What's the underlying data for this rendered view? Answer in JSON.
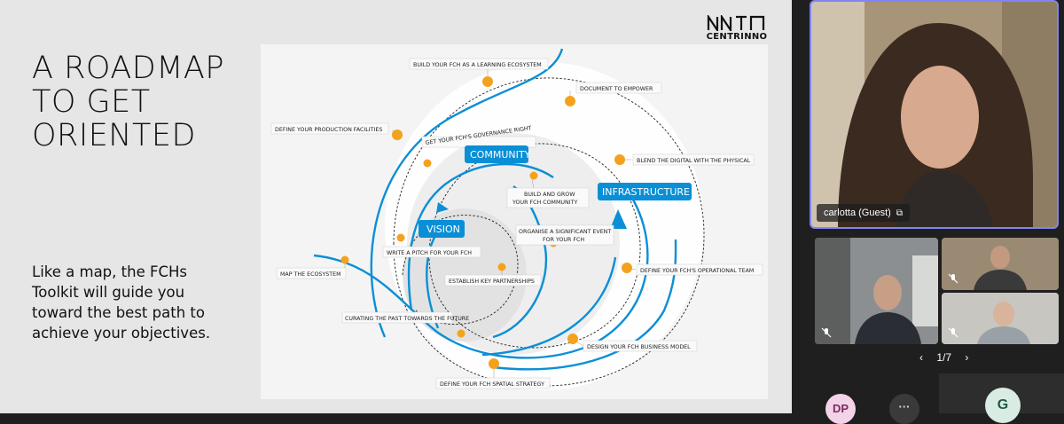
{
  "slide": {
    "title": "A ROADMAP TO GET ORIENTED",
    "body": "Like a map, the FCHs Toolkit will guide you toward the best path to achieve your objectives.",
    "logo_text": "CENTRINNO"
  },
  "diagram": {
    "pills": {
      "community": "COMMUNITY",
      "infrastructure": "INFRASTRUCTURE",
      "vision": "VISION"
    },
    "labels": {
      "learning": "BUILD YOUR  FCH AS A LEARNING ECOSYSTEM",
      "document": "DOCUMENT TO EMPOWER",
      "production": "DEFINE YOUR PRODUCTION FACILITIES",
      "governance": "GET YOUR FCH'S GOVERNANCE RIGHT",
      "blend": "BLEND THE DIGITAL WITH THE PHYSICAL",
      "grow_1": "BUILD AND GROW",
      "grow_2": "YOUR FCH COMMUNITY",
      "event_1": "ORGANISE A SIGNIFICANT EVENT",
      "event_2": "FOR YOUR FCH",
      "pitch": "WRITE A PITCH FOR YOUR FCH",
      "operational": "DEFINE YOUR FCH'S OPERATIONAL TEAM",
      "ecosystem": "MAP THE ECOSYSTEM",
      "partnerships": "ESTABLISH KEY PARTNERSHIPS",
      "curating": "CURATING THE PAST TOWARDS THE FUTURE",
      "business": "DESIGN YOUR FCH BUSINESS MODEL",
      "spatial": "DEFINE YOUR FCH SPATIAL STRATEGY"
    },
    "colors": {
      "blue": "#0a8fd6",
      "orange": "#f4a21d",
      "dashed": "#222222"
    }
  },
  "meeting": {
    "main_participant": "carlotta (Guest)",
    "pager": {
      "current": "1/7",
      "prev": "‹",
      "next": "›"
    },
    "avatars": {
      "dp": "DP",
      "more": "···",
      "g": "G"
    },
    "icons": {
      "mic_off": "mic-off-icon",
      "share": "screen-share-icon"
    }
  }
}
